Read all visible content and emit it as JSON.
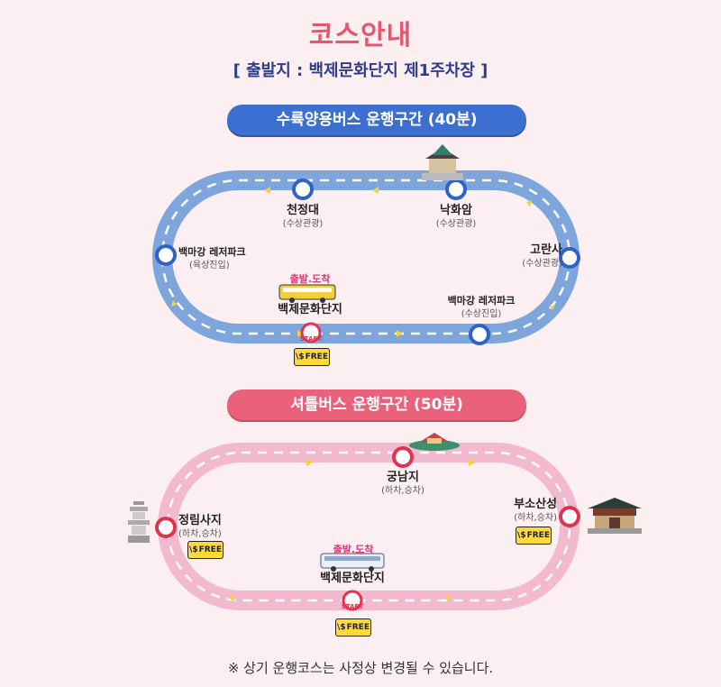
{
  "title": "코스안내",
  "departure": "[ 출발지 : 백제문화단지 제1주차장 ]",
  "blue_route": {
    "label": "수륙양용버스 운행구간 (40분)",
    "stops": {
      "cheonjeongdae": {
        "name": "천정대",
        "sub": "(수상관광)"
      },
      "nakhwaam": {
        "name": "낙화암",
        "sub": "(수상관광)"
      },
      "baekma_left": {
        "name": "백마강 레저파크",
        "sub": "(육상진입)"
      },
      "goransa": {
        "name": "고란사",
        "sub": "(수상관광)"
      },
      "baekma_right": {
        "name": "백마강 레저파크",
        "sub": "(수상진입)"
      },
      "start": {
        "tag": "출발.도착",
        "name": "백제문화단지",
        "badge": "START",
        "free": "FREE"
      }
    }
  },
  "pink_route": {
    "label": "셔틀버스 운행구간 (50분)",
    "stops": {
      "gungnamji": {
        "name": "궁남지",
        "sub": "(하차,승차)"
      },
      "jeongnimsaji": {
        "name": "정림사지",
        "sub": "(하차,승차)",
        "free": "FREE"
      },
      "busosanseong": {
        "name": "부소산성",
        "sub": "(하차,승차)",
        "free": "FREE"
      },
      "start": {
        "tag": "출발.도착",
        "name": "백제문화단지",
        "badge": "START",
        "free": "FREE"
      }
    }
  },
  "note": "※ 상기 운행코스는 사정상 변경될 수 있습니다.",
  "colors": {
    "title": "#e5566f",
    "blue": "#3d6fd0",
    "blue_track": "#7fa6dc",
    "pink": "#e9617a",
    "pink_track": "#f2b9cf",
    "free": "#ffd93a"
  }
}
